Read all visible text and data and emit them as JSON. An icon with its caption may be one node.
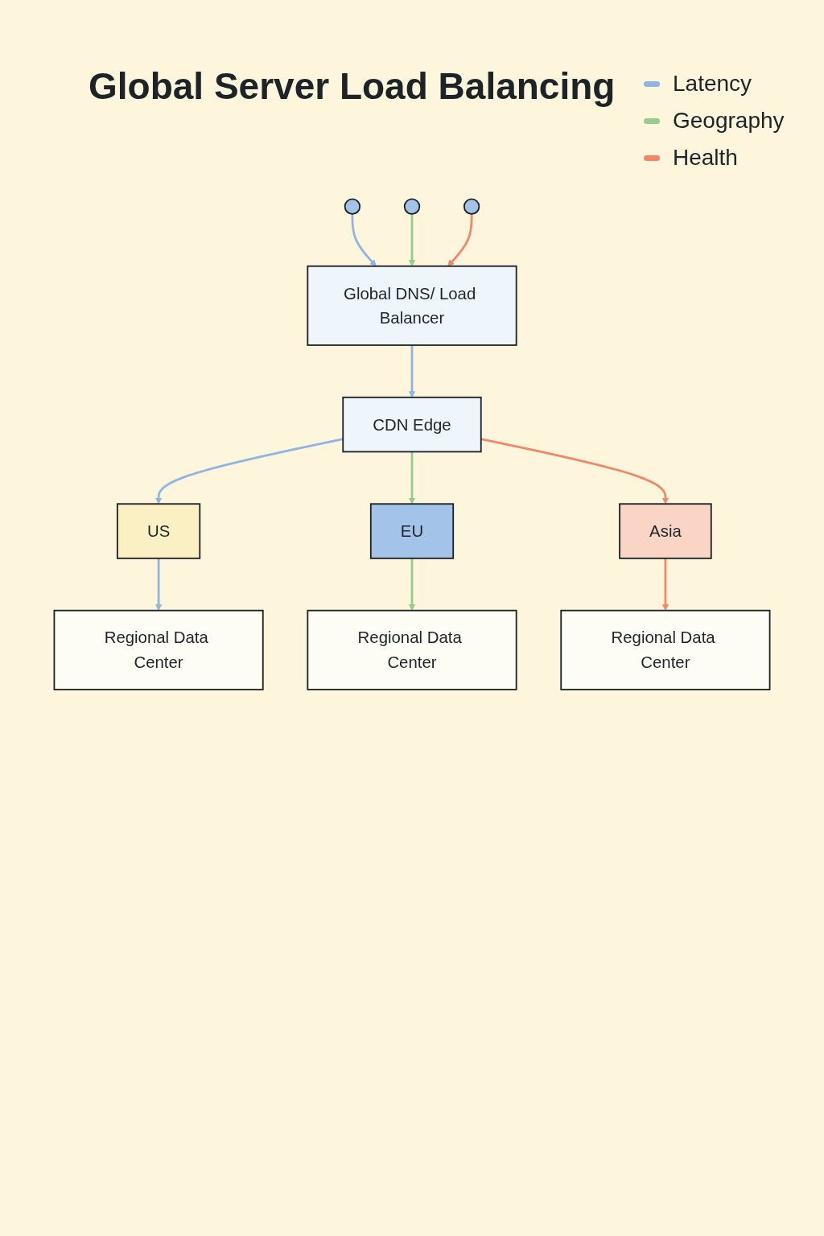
{
  "diagram": {
    "title": "Global Server Load Balancing",
    "nodes": [
      {
        "text": [],
        "shape": "person"
      },
      {
        "text": [],
        "shape": "person"
      },
      {
        "text": [],
        "shape": "person"
      },
      {
        "text": [
          "Global DNS/ Load Balancer"
        ]
      },
      {
        "text": [
          "CDN Edge"
        ]
      },
      {
        "text": [
          "US"
        ]
      },
      {
        "text": [
          "EU"
        ]
      },
      {
        "text": [
          "Asia"
        ]
      },
      {
        "text": [
          "Regional Data Center"
        ]
      },
      {
        "text": [
          "Regional Data Center"
        ]
      },
      {
        "text": [
          "Regional Data Center"
        ]
      }
    ],
    "edges": [
      {
        "from": 0,
        "to": 3,
        "arrow": "to",
        "color": "#8fb5e0"
      },
      {
        "from": 1,
        "to": 3,
        "arrow": "to",
        "color": "#97cc8e"
      },
      {
        "from": 2,
        "to": 3,
        "arrow": "to",
        "color": "#f4876a"
      },
      {
        "from": 3,
        "to": 4,
        "arrow": "to",
        "color": "#8fb5e0"
      },
      {
        "from": 4,
        "to": 5,
        "arrow": "to",
        "color": "#8fb5e0"
      },
      {
        "from": 4,
        "to": 6,
        "arrow": "to",
        "color": "#97cc8e"
      },
      {
        "from": 4,
        "to": 7,
        "arrow": "to",
        "color": "#f4876a"
      },
      {
        "from": 5,
        "to": 8,
        "arrow": "to",
        "color": "#8fb5e0"
      },
      {
        "from": 6,
        "to": 9,
        "arrow": "to",
        "color": "#97cc8e"
      },
      {
        "from": 7,
        "to": 10,
        "arrow": "to",
        "color": "#f4876a"
      }
    ],
    "legend": [
      {
        "text": "Latency",
        "color": "#8fb5e0"
      },
      {
        "text": "Geography",
        "color": "#97cc8e"
      },
      {
        "text": "Health",
        "color": "#f4876a"
      }
    ]
  }
}
